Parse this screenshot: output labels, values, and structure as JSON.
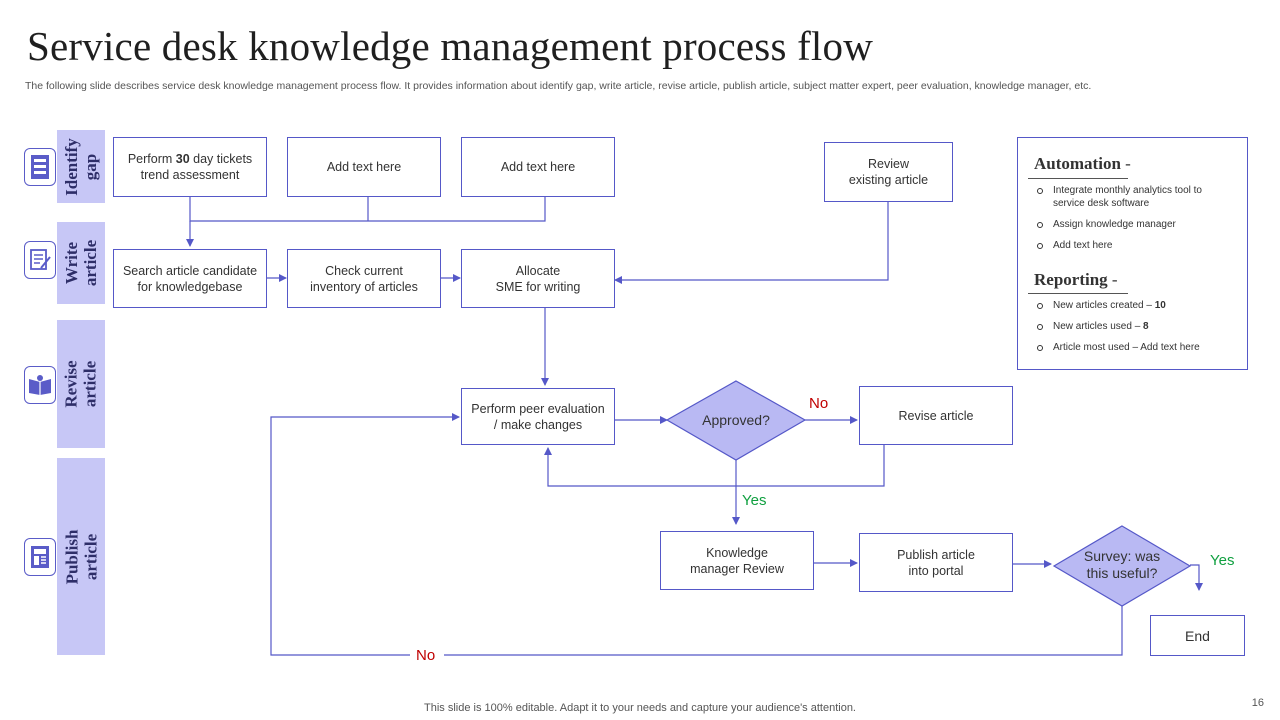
{
  "title": "Service desk knowledge management process flow",
  "subtitle": "The following slide describes service desk knowledge management process flow. It provides information about identify gap, write article, revise article, publish article, subject matter expert, peer evaluation, knowledge manager, etc.",
  "stages": {
    "identify_gap": {
      "label": "Identify\ngap",
      "icon": "checklist-icon"
    },
    "write_article": {
      "label": "Write\narticle",
      "icon": "edit-document-icon"
    },
    "revise_article": {
      "label": "Revise\narticle",
      "icon": "open-book-icon"
    },
    "publish_article": {
      "label": "Publish\narticle",
      "icon": "newspaper-icon"
    }
  },
  "boxes": {
    "perform_assessment": {
      "pre": "Perform ",
      "bold": "30",
      "post": " day tickets\ntrend assessment"
    },
    "add_text_1": "Add text here",
    "add_text_2": "Add text here",
    "review_existing": "Review\nexisting article",
    "search_candidate": "Search article candidate\nfor knowledgebase",
    "check_inventory": "Check current\ninventory of articles",
    "allocate_sme": "Allocate\nSME for writing",
    "peer_evaluation": "Perform  peer evaluation\n/ make changes",
    "revise_article": "Revise  article",
    "knowledge_review": "Knowledge\nmanager Review",
    "publish_portal": "Publish article\ninto portal",
    "end": "End"
  },
  "decisions": {
    "approved": "Approved?",
    "survey": "Survey: was\nthis useful?"
  },
  "flow_labels": {
    "no_revise": "No",
    "yes_approved": "Yes",
    "yes_survey": "Yes",
    "no_survey": "No"
  },
  "panel": {
    "automation": {
      "heading": "Automation",
      "dash": " -",
      "items": [
        {
          "text": "Integrate monthly analytics tool to service desk software"
        },
        {
          "text": "Assign knowledge manager"
        },
        {
          "text": "Add text here"
        }
      ]
    },
    "reporting": {
      "heading": "Reporting",
      "dash": " -",
      "items": [
        {
          "text": "New articles created – ",
          "bold": "10"
        },
        {
          "text": "New articles used – ",
          "bold": "8"
        },
        {
          "text": "Article most used – Add text here"
        }
      ]
    }
  },
  "colors": {
    "stage_fill": "#c7c7f6",
    "line": "#5558c8",
    "decision_fill": "#b9b9f3",
    "no_label": "#c00000",
    "yes_label": "#10a040"
  },
  "footer": "This slide is 100% editable. Adapt it to your needs and capture your audience's attention.",
  "page_number": "16"
}
